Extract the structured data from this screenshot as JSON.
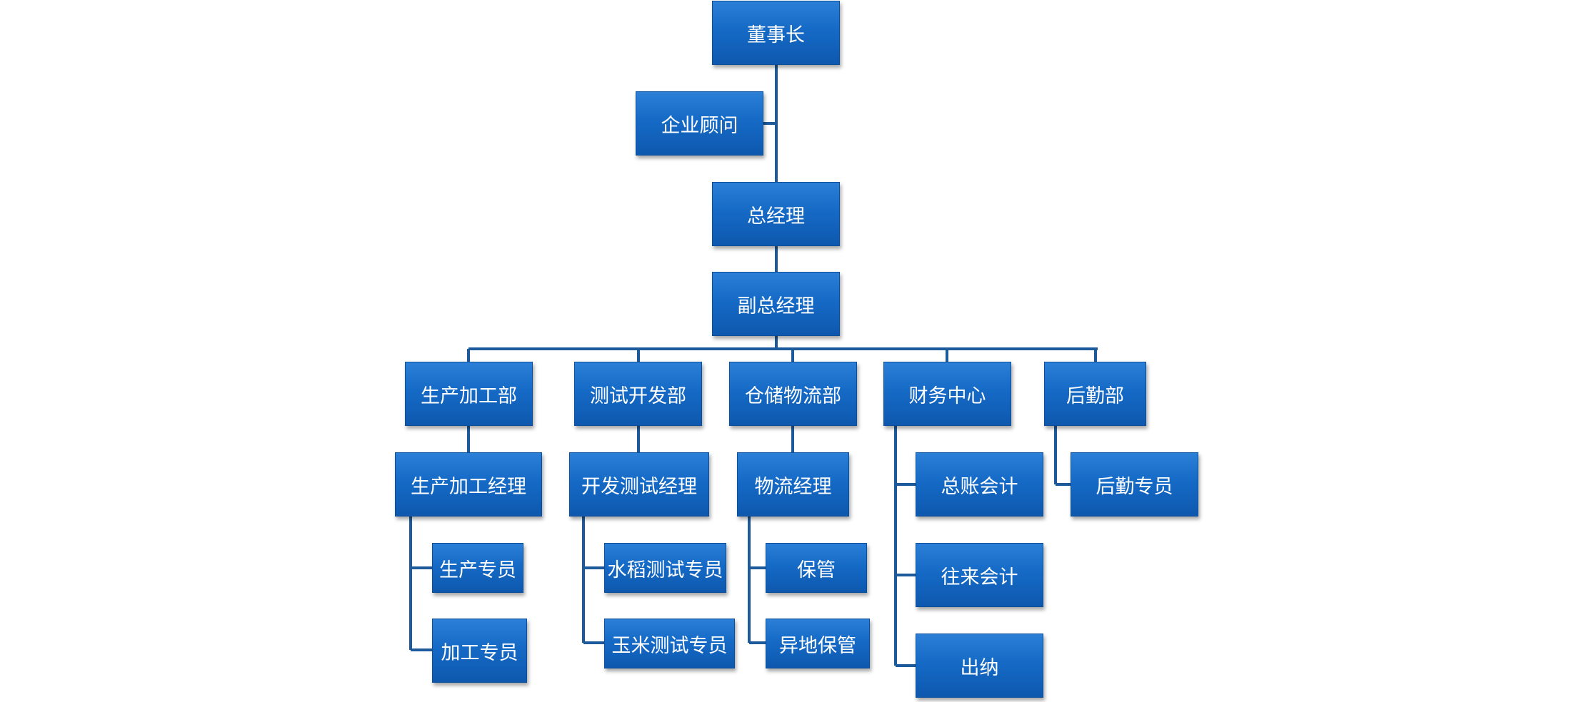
{
  "nodes": [
    {
      "id": "chairman",
      "label": "董事长"
    },
    {
      "id": "consultant",
      "label": "企业顾问"
    },
    {
      "id": "gm",
      "label": "总经理"
    },
    {
      "id": "vgm",
      "label": "副总经理"
    },
    {
      "id": "prod-dept",
      "label": "生产加工部"
    },
    {
      "id": "test-dept",
      "label": "测试开发部"
    },
    {
      "id": "logi-dept",
      "label": "仓储物流部"
    },
    {
      "id": "fin-center",
      "label": "财务中心"
    },
    {
      "id": "admin-dept",
      "label": "后勤部"
    },
    {
      "id": "prod-mgr",
      "label": "生产加工经理"
    },
    {
      "id": "test-mgr",
      "label": "开发测试经理"
    },
    {
      "id": "logi-mgr",
      "label": "物流经理"
    },
    {
      "id": "prod-spec",
      "label": "生产专员"
    },
    {
      "id": "proc-spec",
      "label": "加工专员"
    },
    {
      "id": "rice-spec",
      "label": "水稻测试专员"
    },
    {
      "id": "corn-spec",
      "label": "玉米测试专员"
    },
    {
      "id": "keeper",
      "label": "保管"
    },
    {
      "id": "remote-keeper",
      "label": "异地保管"
    },
    {
      "id": "gl-accountant",
      "label": "总账会计"
    },
    {
      "id": "ar-accountant",
      "label": "往来会计"
    },
    {
      "id": "cashier",
      "label": "出纳"
    },
    {
      "id": "admin-spec",
      "label": "后勤专员"
    }
  ],
  "edges": [
    [
      "chairman",
      "consultant"
    ],
    [
      "chairman",
      "gm"
    ],
    [
      "gm",
      "vgm"
    ],
    [
      "vgm",
      "prod-dept"
    ],
    [
      "vgm",
      "test-dept"
    ],
    [
      "vgm",
      "logi-dept"
    ],
    [
      "vgm",
      "fin-center"
    ],
    [
      "vgm",
      "admin-dept"
    ],
    [
      "prod-dept",
      "prod-mgr"
    ],
    [
      "test-dept",
      "test-mgr"
    ],
    [
      "logi-dept",
      "logi-mgr"
    ],
    [
      "prod-mgr",
      "prod-spec"
    ],
    [
      "prod-mgr",
      "proc-spec"
    ],
    [
      "test-mgr",
      "rice-spec"
    ],
    [
      "test-mgr",
      "corn-spec"
    ],
    [
      "logi-mgr",
      "keeper"
    ],
    [
      "logi-mgr",
      "remote-keeper"
    ],
    [
      "fin-center",
      "gl-accountant"
    ],
    [
      "fin-center",
      "ar-accountant"
    ],
    [
      "fin-center",
      "cashier"
    ],
    [
      "admin-dept",
      "admin-spec"
    ]
  ],
  "colors": {
    "node_fill": "#156ac6",
    "connector": "#1d5a9c",
    "text": "#ffffff"
  }
}
